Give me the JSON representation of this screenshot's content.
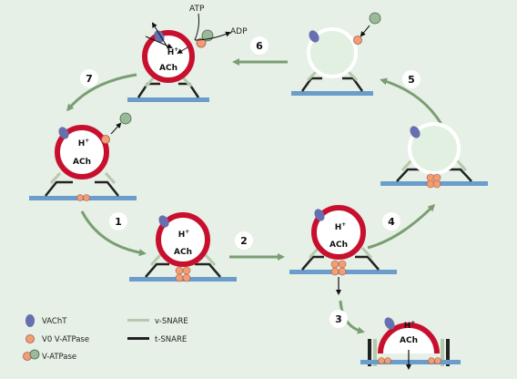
{
  "labels": {
    "atp": "ATP",
    "adp": "ADP",
    "proton": "H",
    "plus": "+",
    "ach": "ACh"
  },
  "steps": [
    "1",
    "2",
    "3",
    "4",
    "5",
    "6",
    "7"
  ],
  "legend": {
    "vacht": "VAChT",
    "v0": "V0 V-ATPase",
    "vatpase": "V-ATPase",
    "vsnare": "v-SNARE",
    "tsnare": "t-SNARE"
  },
  "colors": {
    "background": "#e6f0e6",
    "vesicle_membrane": "#c8102e",
    "vesicle_lumen": "#ffffff",
    "vesicle_empty_fill": "#e2f0e2",
    "plasma_membrane": "#6a9ccc",
    "arrow": "#7a9e72",
    "vacht": "#6670b0",
    "v0": "#f0a070",
    "vatpase": "#9ab89a",
    "vsnare": "#b5c9ad",
    "tsnare": "#222222"
  }
}
